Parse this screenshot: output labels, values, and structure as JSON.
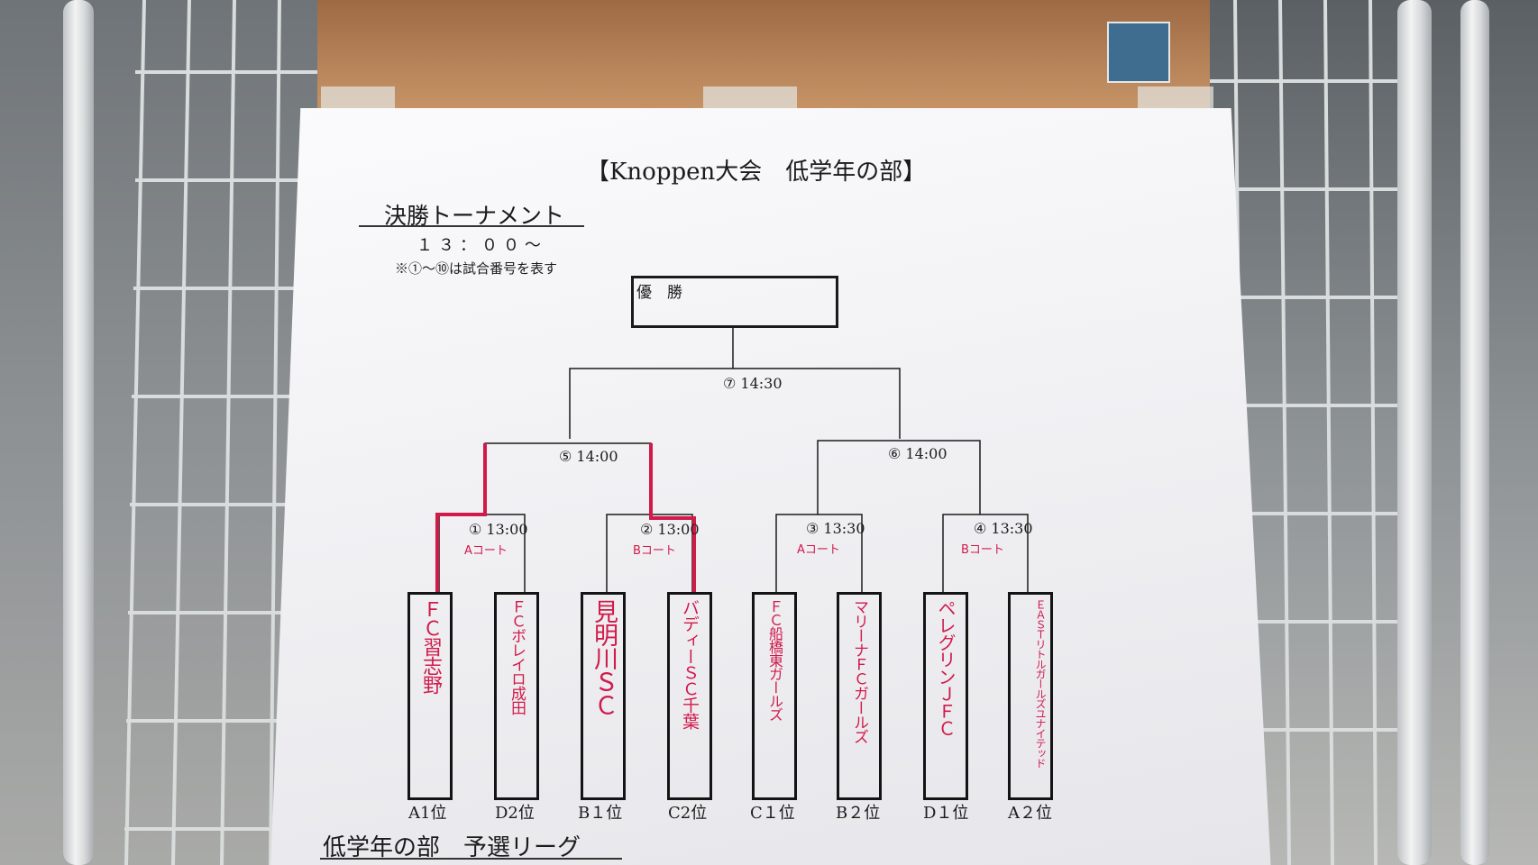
{
  "poster": {
    "title": "【Knoppen大会　低学年の部】",
    "subtitle": "決勝トーナメント",
    "start_time": "１３：００～",
    "note": "※①～⑩は試合番号を表す",
    "winner_label": "優　勝",
    "bottom_title": "低学年の部　予選リーグ"
  },
  "matches": [
    {
      "label": "① 13:00",
      "court": "Aコート"
    },
    {
      "label": "② 13:00",
      "court": "Bコート"
    },
    {
      "label": "③ 13:30",
      "court": "Aコート"
    },
    {
      "label": "④ 13:30",
      "court": "Bコート"
    },
    {
      "label": "⑤ 14:00"
    },
    {
      "label": "⑥ 14:00"
    },
    {
      "label": "⑦ 14:30"
    }
  ],
  "teams": [
    {
      "name": "ＦＣ習志野",
      "seed": "A1位"
    },
    {
      "name": "ＦＣボレイロ成田",
      "seed": "D2位"
    },
    {
      "name": "見明川ＳＣ",
      "seed": "B１位"
    },
    {
      "name": "バディーＳＣ千葉",
      "seed": "C2位"
    },
    {
      "name": "ＦＣ船橋東ガールズ",
      "seed": "C１位"
    },
    {
      "name": "マリーナＦＣガールズ",
      "seed": "B２位"
    },
    {
      "name": "ペレグリンＪＦＣ",
      "seed": "D１位"
    },
    {
      "name": "ＥＡＳＴリトルガールズユナイテッド",
      "seed": "A２位"
    }
  ],
  "colors": {
    "ink": "#1b1b1b",
    "marker_red": "#d11a4a",
    "paper": "#f4f4f6",
    "plywood": "#b8845a"
  }
}
